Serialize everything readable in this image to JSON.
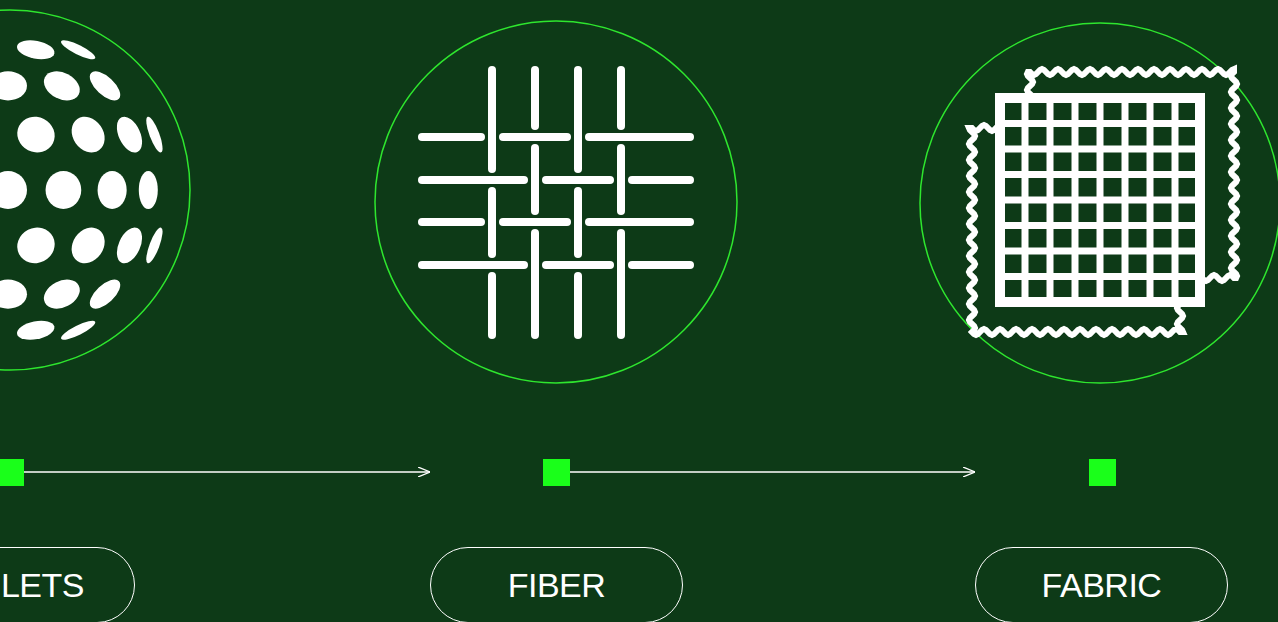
{
  "diagram": {
    "nodes": [
      {
        "text": [
          "LETS"
        ]
      },
      {
        "text": [
          "FIBER"
        ]
      },
      {
        "text": [
          "FABRIC"
        ]
      }
    ],
    "edges": [
      {
        "from": 0,
        "to": 1,
        "arrow": "to"
      },
      {
        "from": 1,
        "to": 2,
        "arrow": "to"
      }
    ]
  }
}
